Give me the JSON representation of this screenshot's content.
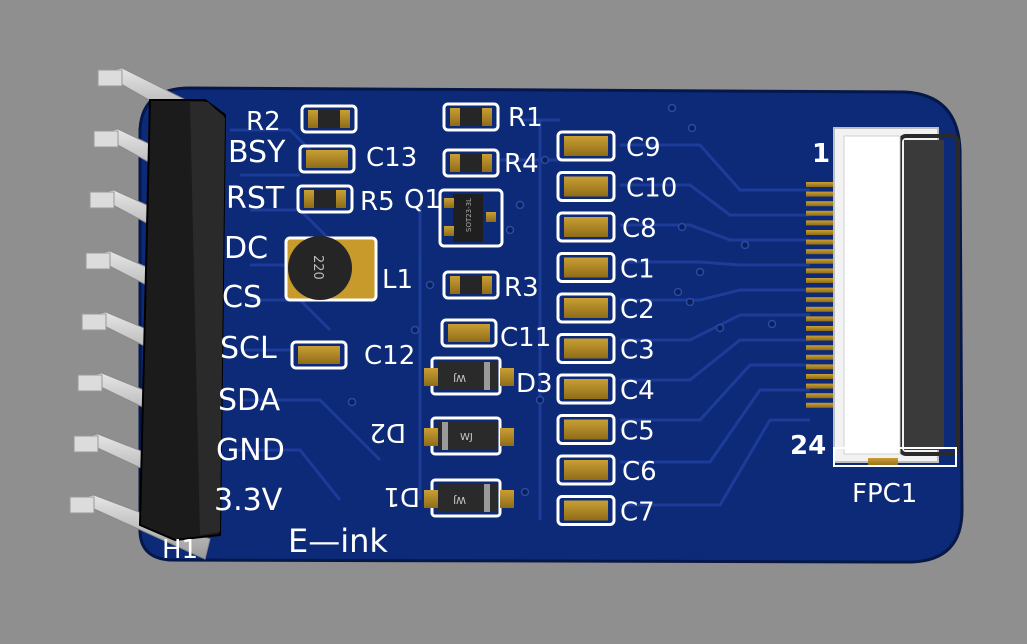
{
  "colors": {
    "background": "#8f8f8f",
    "pcb": "#0c2a78",
    "pcb_edge": "#06184a",
    "silkscreen": "#ffffff",
    "pad": "#b08a28",
    "trace": "#1e3f9a",
    "header_plastic": "#1b1b1b",
    "header_pin": "#c9c9c9",
    "fpc_body": "#f2f2f2"
  },
  "header": {
    "designator": "H1",
    "pins": [
      "BSY",
      "RST",
      "DC",
      "CS",
      "SCL",
      "SDA",
      "GND",
      "3.3V"
    ]
  },
  "board": {
    "name": "E—ink"
  },
  "components": {
    "R1": "R1",
    "R2": "R2",
    "R3": "R3",
    "R4": "R4",
    "R5": "R5",
    "Q1": "Q1",
    "L1": "L1",
    "L1_marking": "220",
    "Q1_marking": "SOT23-3L",
    "C1": "C1",
    "C2": "C2",
    "C3": "C3",
    "C4": "C4",
    "C5": "C5",
    "C6": "C6",
    "C7": "C7",
    "C8": "C8",
    "C9": "C9",
    "C10": "C10",
    "C11": "C11",
    "C12": "C12",
    "C13": "C13",
    "D1": "D1",
    "D2": "D2",
    "D3": "D3",
    "diode_marking": "WJ"
  },
  "fpc": {
    "designator": "FPC1",
    "pin_first": "1",
    "pin_last": "24"
  }
}
